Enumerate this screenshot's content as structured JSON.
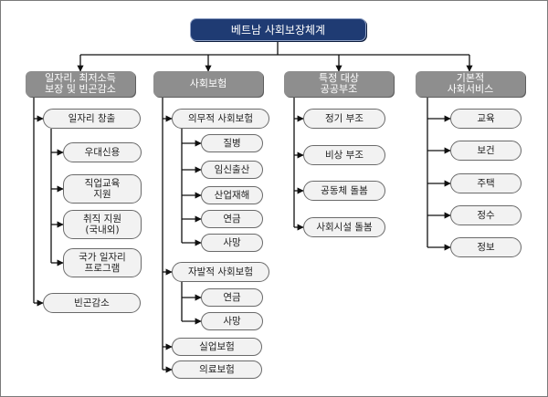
{
  "title": "베트남 사회보장체계",
  "categories": [
    {
      "label": "일자리, 최저소득\n보장 및 빈곤감소"
    },
    {
      "label": "사회보험"
    },
    {
      "label": "특정 대상\n공공부조"
    },
    {
      "label": "기본적\n사회서비스"
    }
  ],
  "col1": {
    "job_creation": "일자리 창출",
    "job_sub": [
      "우대신용",
      "직업교육\n지원",
      "취직 지원\n(국내외)",
      "국가 일자리\n프로그램"
    ],
    "poverty": "빈곤감소"
  },
  "col2": {
    "mandatory": "의무적 사회보험",
    "mandatory_sub": [
      "질병",
      "임신출산",
      "산업재해",
      "연금",
      "사망"
    ],
    "voluntary": "자발적 사회보험",
    "voluntary_sub": [
      "연금",
      "사망"
    ],
    "unemployment": "실업보험",
    "medical": "의료보험"
  },
  "col3": {
    "items": [
      "정기 부조",
      "비상 부조",
      "공동체 돌봄",
      "사회시설 돌봄"
    ]
  },
  "col4": {
    "items": [
      "교육",
      "보건",
      "주택",
      "정수",
      "정보"
    ]
  }
}
